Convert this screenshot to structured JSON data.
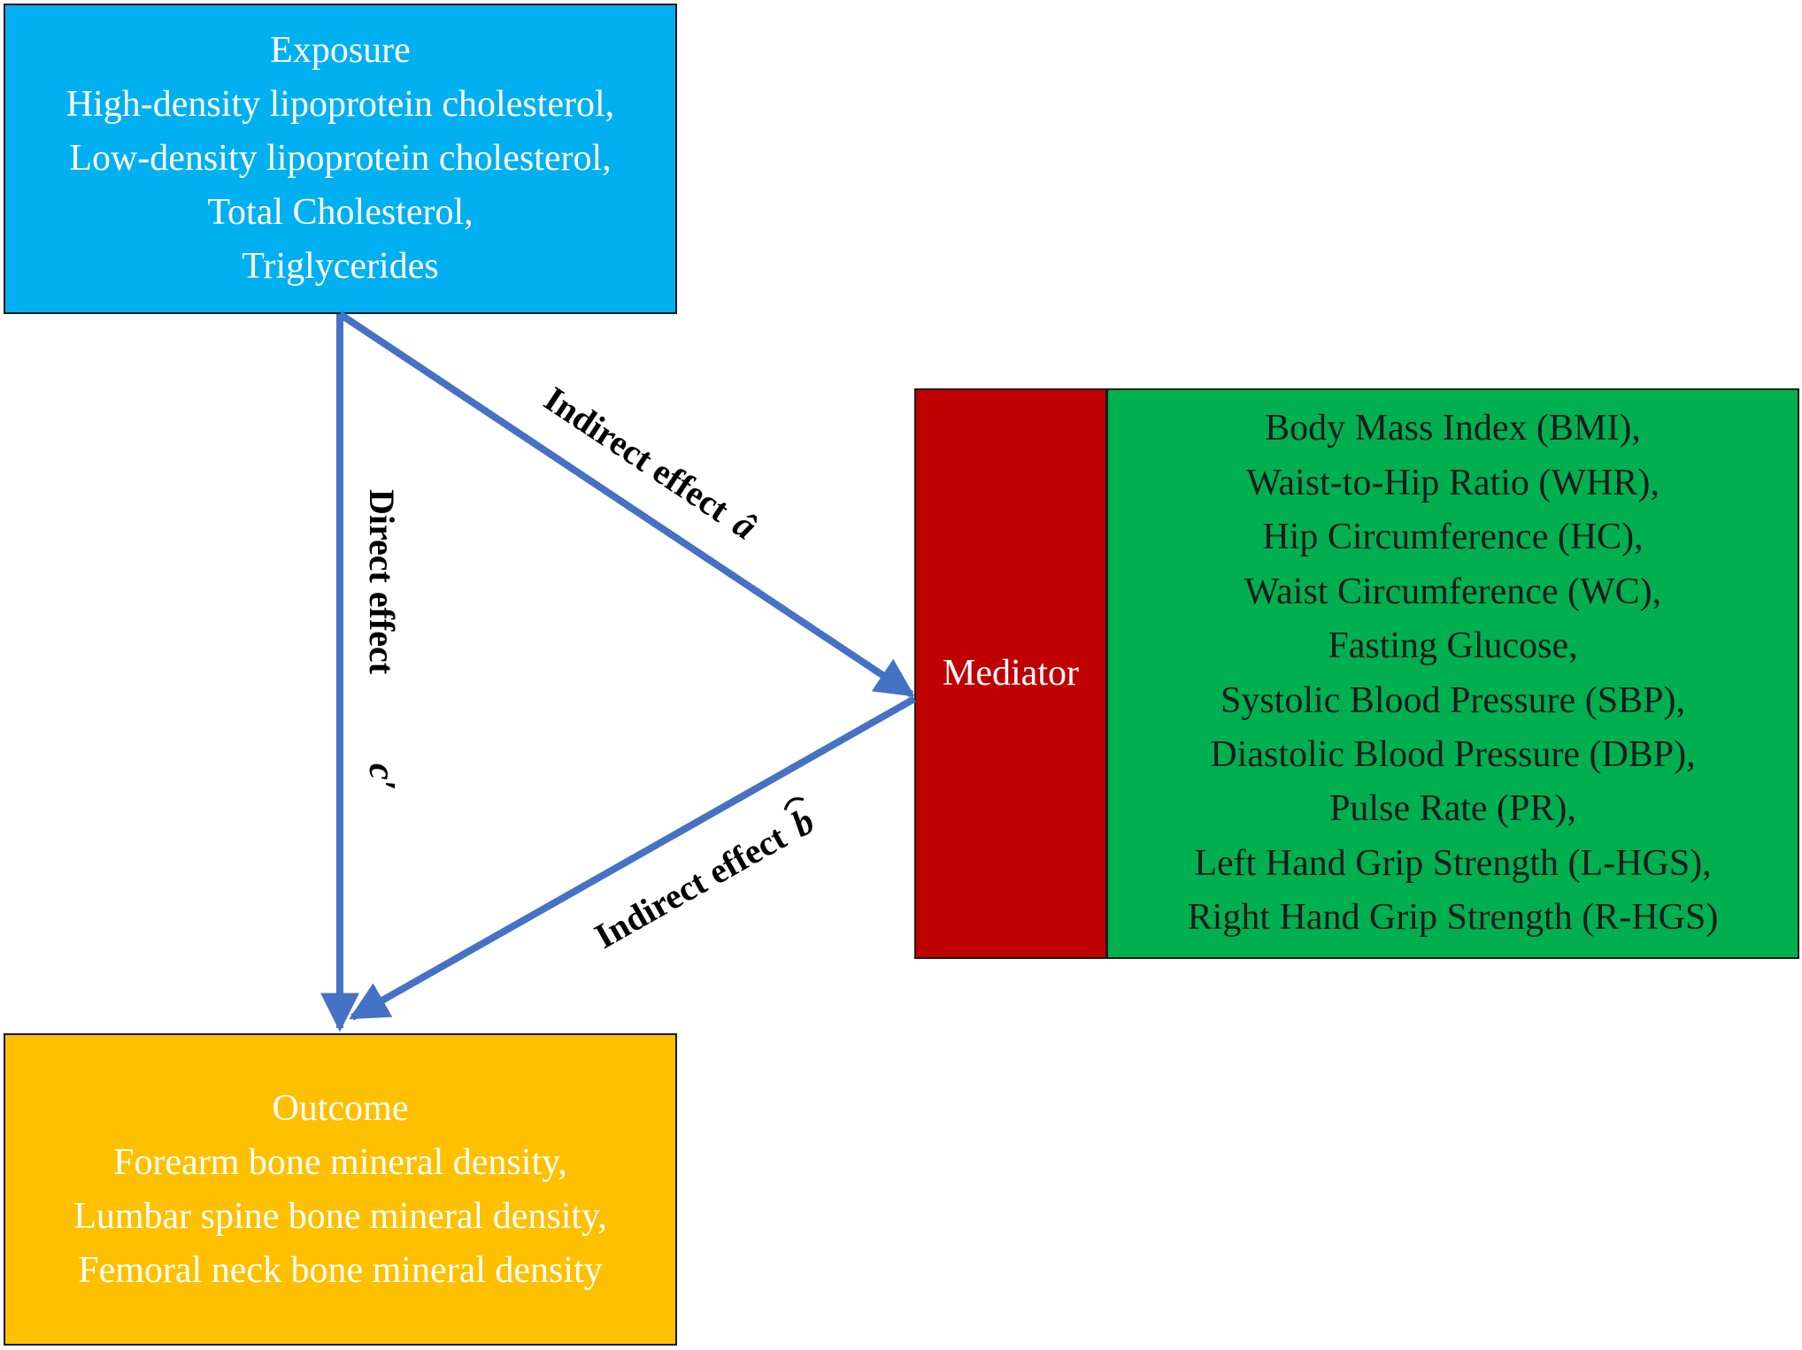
{
  "exposure": {
    "lines": [
      "Exposure",
      "High-density lipoprotein cholesterol,",
      "Low-density lipoprotein cholesterol,",
      "Total Cholesterol,",
      "Triglycerides"
    ]
  },
  "outcome": {
    "lines": [
      "Outcome",
      "Forearm bone mineral density,",
      "Lumbar spine bone mineral density,",
      "Femoral neck bone mineral density"
    ]
  },
  "mediator": {
    "label": "Mediator",
    "items": [
      "Body Mass Index (BMI),",
      "Waist-to-Hip Ratio (WHR),",
      "Hip Circumference (HC),",
      "Waist Circumference (WC),",
      "Fasting Glucose,",
      "Systolic Blood Pressure (SBP),",
      "Diastolic Blood Pressure (DBP),",
      "Pulse Rate (PR),",
      "Left Hand Grip Strength (L-HGS),",
      "Right Hand Grip Strength (R-HGS)"
    ]
  },
  "edges": {
    "direct": {
      "label": "Direct effect",
      "symbol": "c′"
    },
    "indirect_a": {
      "label": "Indirect effect",
      "symbol": "â"
    },
    "indirect_b": {
      "label": "Indirect effect",
      "symbol": "b"
    }
  },
  "colors": {
    "exposure": "#00b0f0",
    "outcome": "#ffc000",
    "mediator_label": "#c00000",
    "mediator_list": "#00b050",
    "arrow": "#4472c4"
  }
}
